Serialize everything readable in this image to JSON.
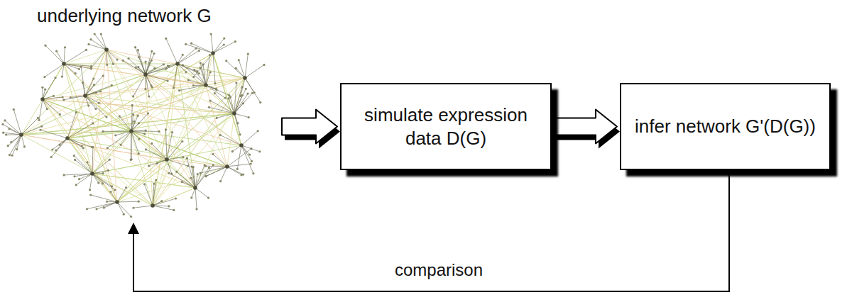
{
  "diagram": {
    "nodes": [
      {
        "text": [
          "underlying network G"
        ]
      },
      {
        "text": [
          "simulate expression data D(G)"
        ]
      },
      {
        "text": [
          "infer network G'(D(G))"
        ]
      }
    ],
    "edges": [
      {
        "from": 0,
        "to": 1,
        "arrow": "to"
      },
      {
        "from": 1,
        "to": 2,
        "arrow": "to"
      },
      {
        "from": 2,
        "to": 0,
        "label": "comparison",
        "arrow": "to"
      }
    ]
  }
}
